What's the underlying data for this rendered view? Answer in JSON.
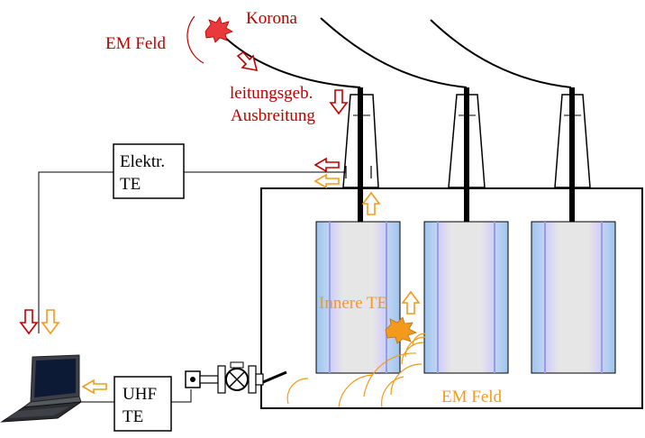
{
  "labels": {
    "korona": "Korona",
    "em_feld_top": "EM Feld",
    "leitungsgeb_line1": "leitungsgeb.",
    "leitungsgeb_line2": "Ausbreitung",
    "elektr_te_line1": "Elektr.",
    "elektr_te_line2": "TE",
    "innere_te": "Innere TE",
    "em_feld_bottom": "EM Feld",
    "uhf_te_line1": "UHF",
    "uhf_te_line2": "TE"
  },
  "colors": {
    "red": "#c00000",
    "orange": "#f39a1c",
    "line": "#000000",
    "winding_blue": "#a9c8ee",
    "winding_core": "#e4e4e4"
  },
  "icons": [
    "spark-icon",
    "laptop-icon",
    "valve-icon",
    "connector-icon",
    "arrow-icon"
  ]
}
